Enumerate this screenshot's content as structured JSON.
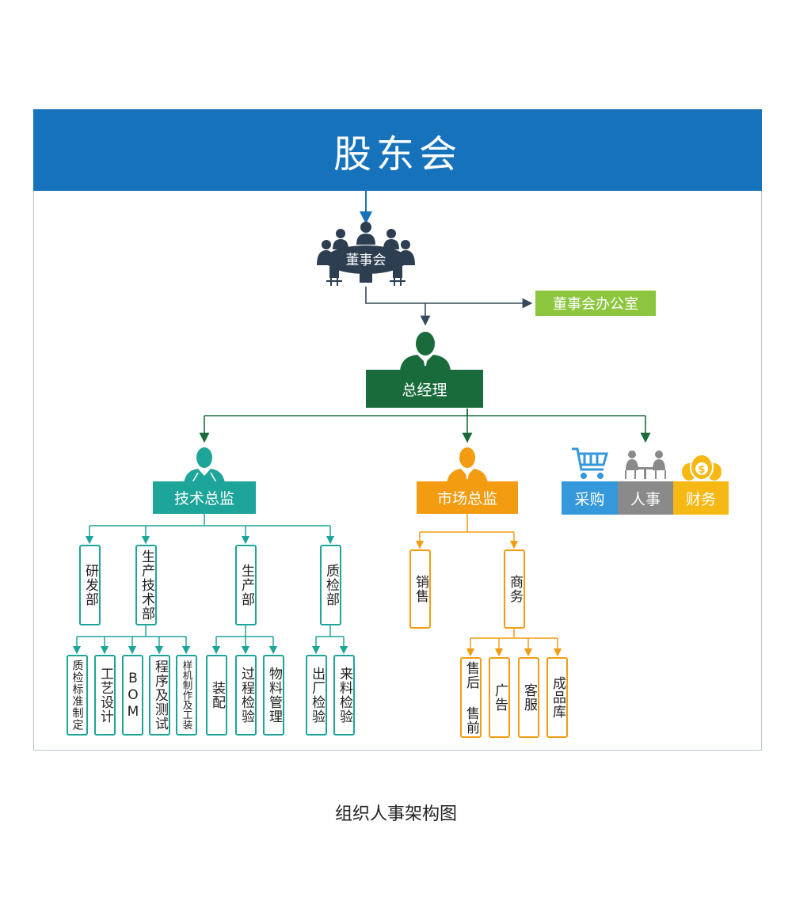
{
  "title": "股东会",
  "board": "董事会",
  "board_office": "董事会办公室",
  "gm": "总经理",
  "tech": {
    "label": "技术总监",
    "depts": [
      {
        "label": "研发部",
        "subs": []
      },
      {
        "label": "生产技术部",
        "subs": [
          "质检标准制定",
          "工艺设计",
          "BOM",
          "程序及测试",
          "样机制作及工装"
        ]
      },
      {
        "label": "生产部",
        "subs": [
          "装配",
          "过程检验",
          "物料管理"
        ]
      },
      {
        "label": "质检部",
        "subs": [
          "出厂检验",
          "来料检验"
        ]
      }
    ]
  },
  "market": {
    "label": "市场总监",
    "depts": [
      {
        "label": "销售",
        "subs": []
      },
      {
        "label": "商务",
        "subs": [
          "售后 售前",
          "广告",
          "客服",
          "成品库"
        ]
      }
    ]
  },
  "support": [
    "采购",
    "人事",
    "财务"
  ],
  "caption": "组织人事架构图",
  "colors": {
    "header": "#1572bb",
    "gm": "#1a6b3c",
    "office": "#8cc63f",
    "tech": "#1ea59a",
    "market": "#f39c12",
    "purchase": "#3498db",
    "hr": "#8a8a8a",
    "finance": "#f5b814"
  },
  "icons": [
    "meeting-table-icon",
    "manager-silhouette-icon",
    "shopping-cart-icon",
    "interview-icon",
    "money-bags-icon"
  ]
}
